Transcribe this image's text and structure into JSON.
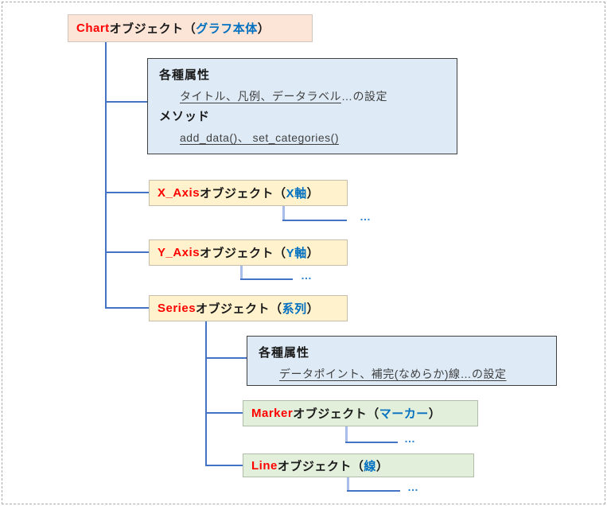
{
  "diagram_title": "Chart object hierarchy diagram",
  "nodes": {
    "chart": {
      "name_en": "Chart",
      "suffix": "オブジェクト",
      "open": "（",
      "inner": "グラフ本体",
      "close": "）"
    },
    "x_axis": {
      "name_en": "X_Axis",
      "suffix": "オブジェクト",
      "open": "（",
      "inner": "X軸",
      "close": "）"
    },
    "y_axis": {
      "name_en": "Y_Axis",
      "suffix": "オブジェクト",
      "open": "（",
      "inner": "Y軸",
      "close": "）"
    },
    "series": {
      "name_en": "Series",
      "suffix": "オブジェクト",
      "open": "（",
      "inner": "系列",
      "close": "）"
    },
    "marker": {
      "name_en": "Marker",
      "suffix": "オブジェクト",
      "open": "（",
      "inner": "マーカー",
      "close": "）"
    },
    "line": {
      "name_en": "Line",
      "suffix": "オブジェクト",
      "open": "（",
      "inner": "線",
      "close": "）"
    }
  },
  "attr1": {
    "heading": "各種属性",
    "detail_underlined": "タイトル、凡例、データラベル",
    "detail_rest": "…の設定",
    "method_heading": "メソッド",
    "method_detail": "add_data()、 set_categories()"
  },
  "attr2": {
    "heading": "各種属性",
    "detail_underlined": "データポイント、補完(なめらか)線…の設定"
  },
  "ellipsis": "…",
  "colors": {
    "keyword_red": "#FF0000",
    "inner_blue": "#0070C0",
    "connector_blue": "#4472C4",
    "connector_light_blue": "#A9BDE9",
    "ellipsis_blue": "#2E86D0",
    "chart_fill": "#FCE4D6",
    "axis_fill": "#FFF2CC",
    "attr_fill": "#DEEBF7",
    "leaf_fill": "#E2EFDA"
  }
}
